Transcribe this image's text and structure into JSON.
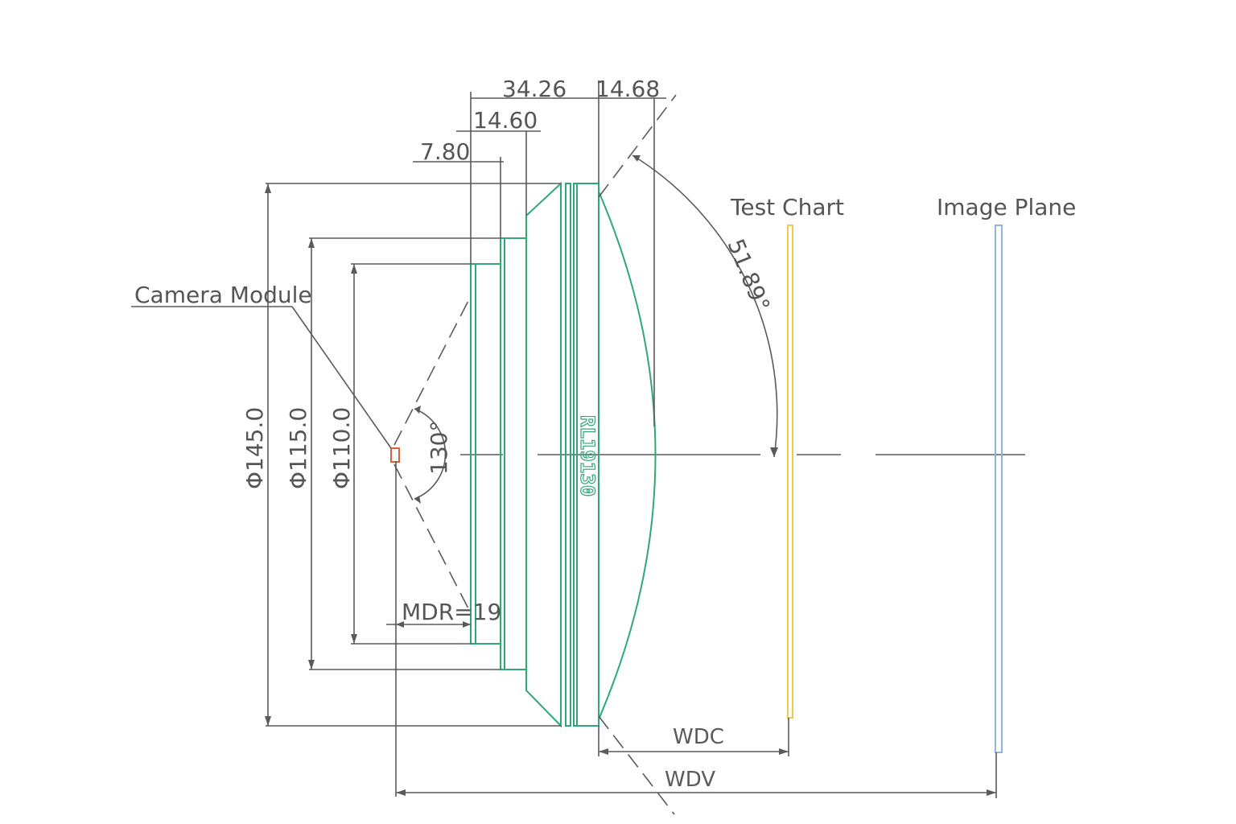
{
  "labels": {
    "camera_module": "Camera Module",
    "test_chart": "Test Chart",
    "image_plane": "Image Plane",
    "dim_34_26": "34.26",
    "dim_14_68": "14.68",
    "dim_14_60": "14.60",
    "dim_7_80": "7.80",
    "dia_145": "Φ145.0",
    "dia_115": "Φ115.0",
    "dia_110": "Φ110.0",
    "angle_fov": "130°",
    "angle_half": "51.89°",
    "mdr": "MDR=19",
    "wdc": "WDC",
    "wdv": "WDV",
    "lens_marking": "RL19130"
  },
  "colors": {
    "lens": "#2fa878",
    "test_chart": "#f2c94c",
    "image_plane": "#8fb4e0",
    "camera_module": "#e0603a",
    "lines": "#5a5a5a"
  }
}
